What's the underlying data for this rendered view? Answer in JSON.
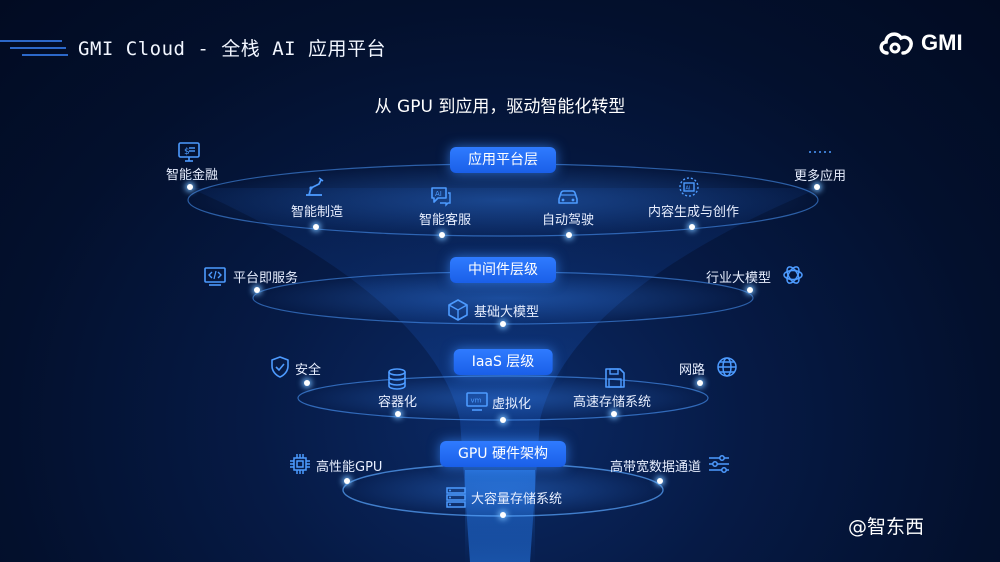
{
  "header": {
    "title": "GMI Cloud - 全栈 AI 应用平台",
    "logo_text": "GMI"
  },
  "subtitle": "从 GPU 到应用，驱动智能化转型",
  "layers": [
    {
      "label": "应用平台层",
      "items": [
        {
          "label": "智能金融",
          "icon": "finance-monitor-icon"
        },
        {
          "label": "智能制造",
          "icon": "robot-arm-icon"
        },
        {
          "label": "智能客服",
          "icon": "ai-chat-icon"
        },
        {
          "label": "自动驾驶",
          "icon": "car-icon"
        },
        {
          "label": "内容生成与创作",
          "icon": "ai-image-icon"
        },
        {
          "label": "更多应用",
          "icon": "more-dots-icon"
        }
      ]
    },
    {
      "label": "中间件层级",
      "items": [
        {
          "label": "平台即服务",
          "icon": "code-screen-icon"
        },
        {
          "label": "基础大模型",
          "icon": "cube-icon"
        },
        {
          "label": "行业大模型",
          "icon": "openai-knot-icon"
        }
      ]
    },
    {
      "label": "IaaS 层级",
      "items": [
        {
          "label": "安全",
          "icon": "shield-check-icon"
        },
        {
          "label": "容器化",
          "icon": "database-icon"
        },
        {
          "label": "虚拟化",
          "icon": "vm-icon"
        },
        {
          "label": "高速存储系统",
          "icon": "floppy-disk-icon"
        },
        {
          "label": "网路",
          "icon": "globe-icon"
        }
      ]
    },
    {
      "label": "GPU 硬件架构",
      "items": [
        {
          "label": "高性能GPU",
          "icon": "chip-icon"
        },
        {
          "label": "大容量存储系统",
          "icon": "server-rack-icon"
        },
        {
          "label": "高带宽数据通道",
          "icon": "sliders-icon"
        }
      ]
    }
  ],
  "watermark": "@智东西",
  "colors": {
    "accent": "#2f7bff",
    "icon": "#4d9bff",
    "background": "#03102d"
  }
}
